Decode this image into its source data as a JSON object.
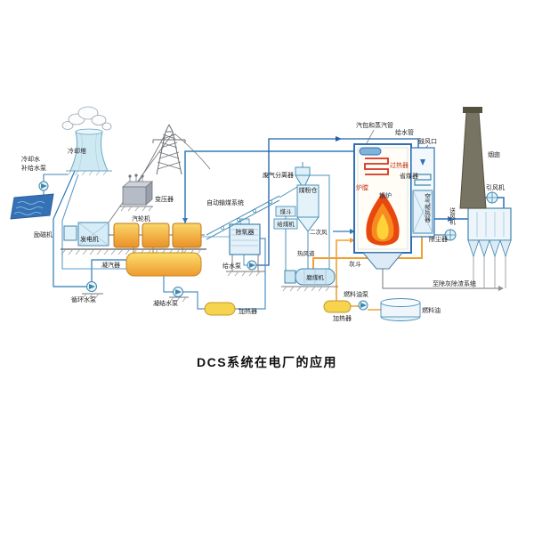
{
  "title": "DCS系统在电厂的应用",
  "diagram": {
    "cooling": {
      "tower": "冷却塔",
      "makeup_pump_line1": "冷却水",
      "makeup_pump_line2": "补给水泵",
      "circulating_pump": "循环水泵"
    },
    "turbine_island": {
      "transformer": "变压器",
      "exciter": "励磁机",
      "generator": "发电机",
      "steam_turbine": "汽轮机",
      "condenser": "凝汽器",
      "condensate_pump": "凝结水泵",
      "lp_heater": "加热器",
      "deaerator": "除氧器",
      "feed_pump": "给水泵"
    },
    "coal_system": {
      "conveying": "自动输煤系统",
      "separator": "废气分离器",
      "bunker": "煤粉仓",
      "hopper": "煤斗",
      "feeder": "给煤机",
      "secondary_air": "二次风",
      "hot_air_duct": "热风道",
      "mill": "磨煤机"
    },
    "boiler_island": {
      "drum_steam_pipes": "汽包和蒸汽管",
      "feed_water_pipe": "给水管",
      "blast_port": "鼓风口",
      "furnace": "炉膛",
      "boiler": "锅炉",
      "superheater": "过热器",
      "economizer": "省煤器",
      "ash_hopper": "灰斗",
      "air_preheater": "空气预热器",
      "forced_draft_fan": "送风机"
    },
    "flue_gas": {
      "dust_collector": "除尘器",
      "induced_draft_fan": "引风机",
      "chimney": "烟囱",
      "to_ash_system": "至除灰除渣系统"
    },
    "fuel_oil": {
      "pump": "燃料油泵",
      "heater": "加热器",
      "tank": "燃料油"
    }
  },
  "colors": {
    "pipe_steam": "#2e7bb5",
    "pipe_feedwater": "#1f5fa8",
    "pipe_condensate": "#4d90c9",
    "equipment_outline": "#3f86ad",
    "flame_outer": "#e8470e",
    "flame_mid": "#f68b1f",
    "flame_core": "#ffd23a",
    "turbine_gold": "#eb9028",
    "superheater_red": "#d8321e",
    "hot_air_orange": "#f0a030",
    "water_blue": "#3572b5",
    "chimney_gray": "#787464"
  }
}
